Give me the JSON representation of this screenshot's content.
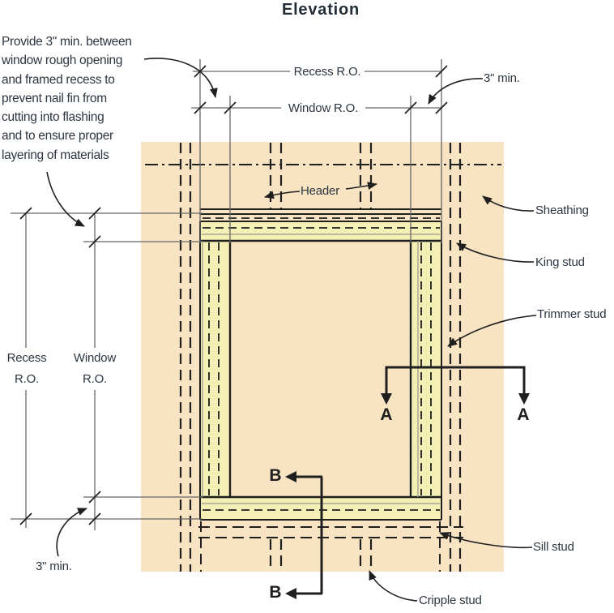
{
  "title": "Elevation",
  "note": {
    "lines": [
      "Provide 3\" min. between",
      "window rough opening",
      "and framed recess to",
      "prevent nail fin from",
      "cutting into flashing",
      "and to ensure proper",
      "layering of materials"
    ]
  },
  "dimensions": {
    "recess_ro_horizontal": "Recess R.O.",
    "window_ro_horizontal": "Window R.O.",
    "recess_ro_vertical": {
      "line1": "Recess",
      "line2": "R.O."
    },
    "window_ro_vertical": {
      "line1": "Window",
      "line2": "R.O."
    },
    "min_gap_top_right": "3\" min.",
    "min_gap_bottom_left": "3\" min."
  },
  "part_labels": {
    "header": "Header",
    "sheathing": "Sheathing",
    "king_stud": "King stud",
    "trimmer_stud": "Trimmer stud",
    "sill_stud": "Sill stud",
    "cripple_stud": "Cripple stud"
  },
  "section_cuts": {
    "a": "A",
    "b": "B"
  },
  "colors": {
    "sheathing_fill": "#f8e4c3",
    "framing_fill": "#f4efb4",
    "drawing_line": "#1f1f1f",
    "dimension_line": "#666666",
    "text": "#2c3540"
  }
}
